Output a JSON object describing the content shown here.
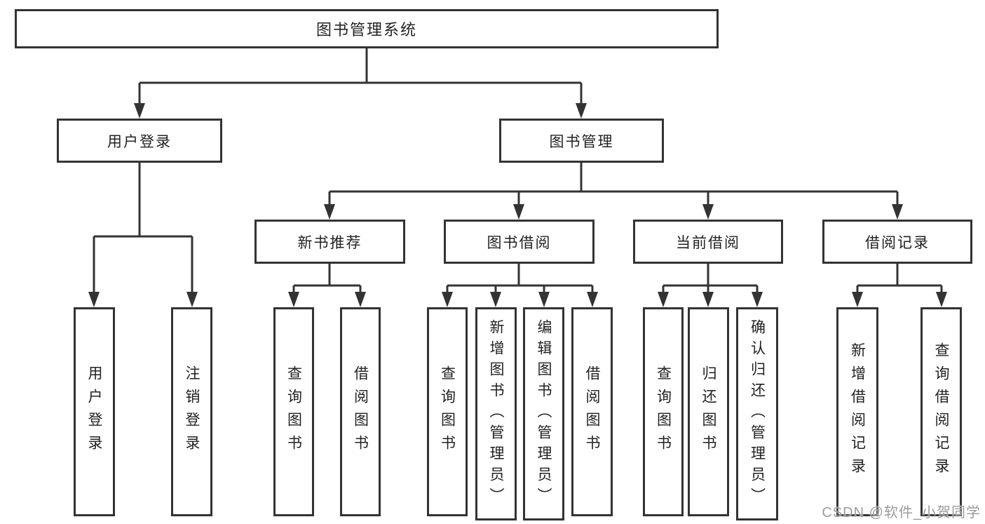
{
  "diagram_title": "图书管理系统",
  "tree": {
    "root": "图书管理系统",
    "branches": [
      {
        "label": "用户登录",
        "children": [
          {
            "label": "用户登录"
          },
          {
            "label": "注销登录"
          }
        ]
      },
      {
        "label": "图书管理",
        "children": [
          {
            "label": "新书推荐",
            "children": [
              {
                "label": "查询图书"
              },
              {
                "label": "借阅图书"
              }
            ]
          },
          {
            "label": "图书借阅",
            "children": [
              {
                "label": "查询图书"
              },
              {
                "label": "新增图书（管理员）"
              },
              {
                "label": "编辑图书（管理员）"
              },
              {
                "label": "借阅图书"
              }
            ]
          },
          {
            "label": "当前借阅",
            "children": [
              {
                "label": "查询图书"
              },
              {
                "label": "归还图书"
              },
              {
                "label": "确认归还（管理员）"
              }
            ]
          },
          {
            "label": "借阅记录",
            "children": [
              {
                "label": "新增借阅记录"
              },
              {
                "label": "查询借阅记录"
              }
            ]
          }
        ]
      }
    ]
  },
  "watermark": {
    "text": "CSDN @软件_小贺同学"
  },
  "colors": {
    "line": "#333333",
    "box_border": "#333333",
    "text": "#222222",
    "watermark": "#9b9b9b",
    "background": "#ffffff"
  }
}
